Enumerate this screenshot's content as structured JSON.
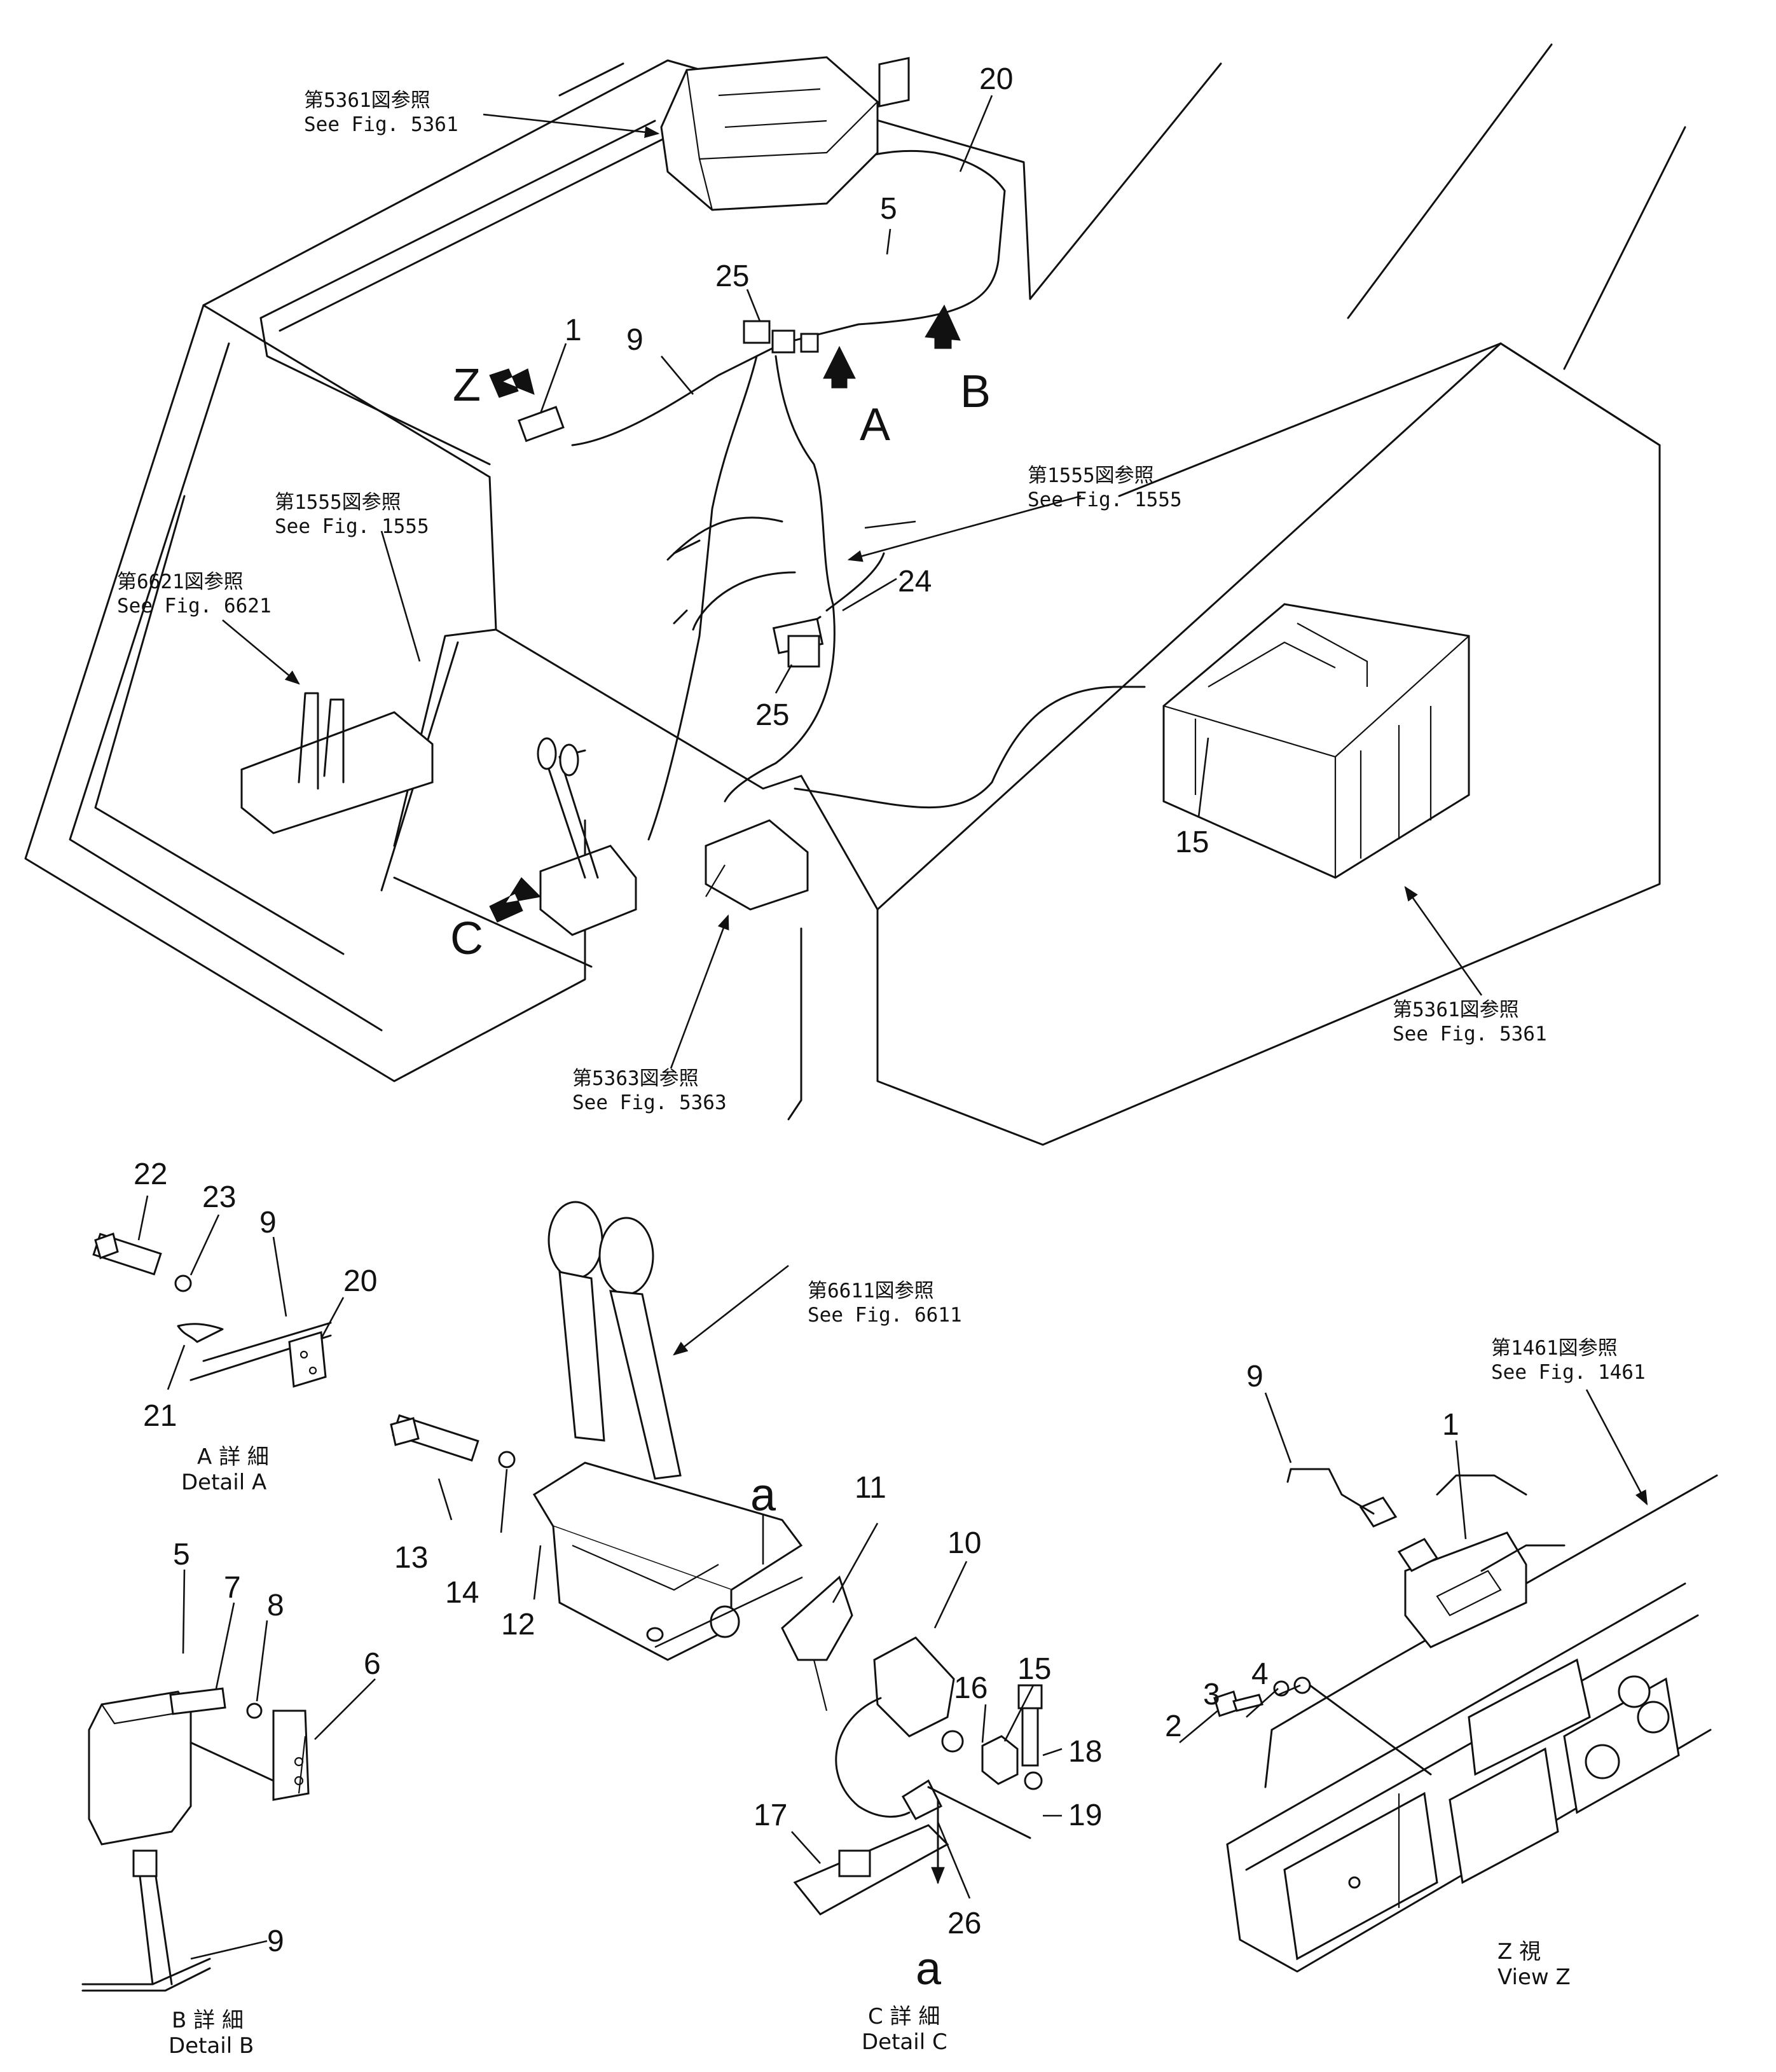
{
  "refs": {
    "r5361_top": {
      "jp": "第5361図参照",
      "en": "See Fig. 5361"
    },
    "r1555_left": {
      "jp": "第1555図参照",
      "en": "See Fig. 1555"
    },
    "r6621": {
      "jp": "第6621図参照",
      "en": "See Fig. 6621"
    },
    "r1555_right": {
      "jp": "第1555図参照",
      "en": "See Fig. 1555"
    },
    "r5363": {
      "jp": "第5363図参照",
      "en": "See Fig. 5363"
    },
    "r5361_right": {
      "jp": "第5361図参照",
      "en": "See Fig. 5361"
    },
    "r6611": {
      "jp": "第6611図参照",
      "en": "See Fig. 6611"
    },
    "r1461": {
      "jp": "第1461図参照",
      "en": "See Fig. 1461"
    }
  },
  "view_letters": {
    "z": "Z",
    "a": "A",
    "b": "B",
    "c": "C"
  },
  "details": {
    "a": {
      "jp": "A 詳 細",
      "en": "Detail A"
    },
    "b": {
      "jp": "B 詳 細",
      "en": "Detail B"
    },
    "c": {
      "jp": "C 詳 細",
      "en": "Detail C"
    },
    "z": {
      "jp": "Z 視",
      "en": "View Z"
    }
  },
  "detail_c_marks": {
    "top": "a",
    "bottom": "a"
  },
  "part_numbers": {
    "main": {
      "p20": "20",
      "p5": "5",
      "p25_top": "25",
      "p1": "1",
      "p9": "9",
      "p24": "24",
      "p25_low": "25",
      "p15": "15"
    },
    "detail_a": {
      "p22": "22",
      "p23": "23",
      "p9": "9",
      "p20": "20",
      "p21": "21"
    },
    "detail_b": {
      "p5": "5",
      "p7": "7",
      "p8": "8",
      "p6": "6",
      "p9": "9"
    },
    "detail_c": {
      "p13": "13",
      "p14": "14",
      "p12": "12",
      "p11": "11",
      "p10": "10",
      "p16": "16",
      "p15": "15",
      "p18": "18",
      "p19": "19",
      "p17": "17",
      "p26": "26"
    },
    "view_z": {
      "p9": "9",
      "p1": "1",
      "p2": "2",
      "p3": "3",
      "p4": "4"
    }
  }
}
